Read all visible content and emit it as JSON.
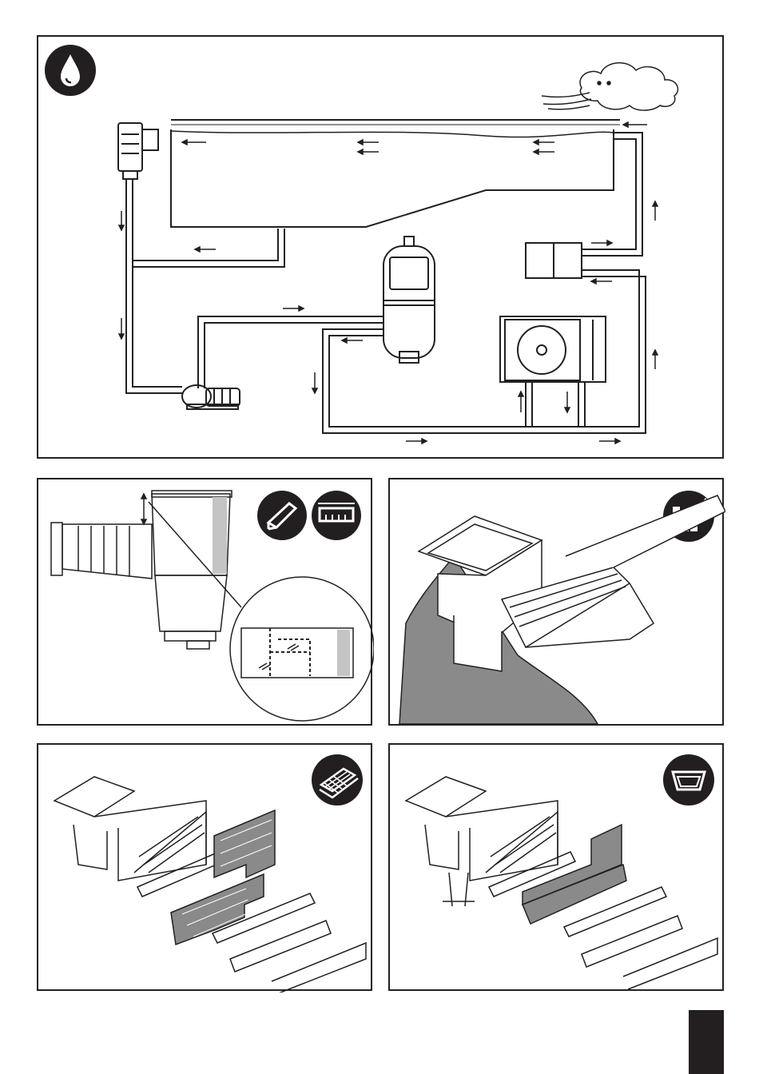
{
  "page": {
    "background": "#ffffff",
    "ink": "#231f20",
    "accent_gray": "#8a8a8a"
  },
  "panels": [
    {
      "name": "circuit-diagram-panel",
      "icon": "water-drop-icon",
      "illustrates": [
        "skimmer",
        "pool-basin",
        "pump",
        "sand-filter",
        "heat-exchanger",
        "heat-pump",
        "wind-cloud"
      ]
    },
    {
      "name": "skimmer-cut-panel",
      "icons": [
        "skimmer-extension-icon",
        "ruler-gauge-icon"
      ]
    },
    {
      "name": "concrete-install-panel",
      "icon": "trowel-tiles-icon"
    },
    {
      "name": "tile-liner-panel",
      "icon": "tiled-mouth-icon"
    },
    {
      "name": "liner-panel",
      "icon": "liner-frame-icon"
    }
  ],
  "page_tab": {
    "color": "#231f20"
  }
}
